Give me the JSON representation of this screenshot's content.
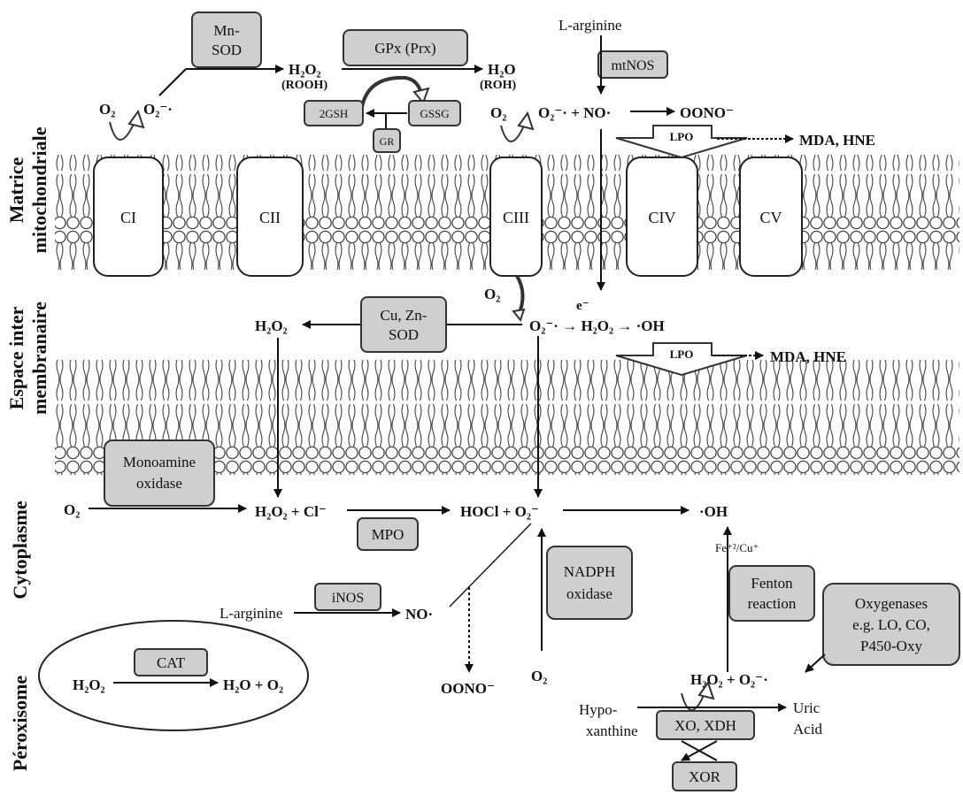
{
  "regions": {
    "matrix": "Matrice\nmitochondriale",
    "intermembrane": "Espace inter\nmembranaire",
    "cytoplasm": "Cytoplasme",
    "peroxisome": "Péroxisome"
  },
  "complexes": [
    "CI",
    "CII",
    "CIII",
    "CIV",
    "CV"
  ],
  "enzymes": {
    "mnsod": "Mn-\nSOD",
    "gpx": "GPx (Prx)",
    "gsh": "2GSH",
    "gssg": "GSSG",
    "gr": "GR",
    "mtnos": "mtNOS",
    "lpo1": "LPO",
    "lpo2": "LPO",
    "cuznsod": "Cu, Zn-\nSOD",
    "mao": "Monoamine\noxidase",
    "mpo": "MPO",
    "nadph": "NADPH\noxidase",
    "fenton": "Fenton\nreaction",
    "oxygenases": "Oxygenases\ne.g. LO, CO,\nP450-Oxy",
    "inos": "iNOS",
    "cat": "CAT",
    "xo": "XO, XDH",
    "xor": "XOR"
  },
  "labels": {
    "larg_top": "L-arginine",
    "larg_cyto": "L-arginine",
    "mda1": "MDA, HNE",
    "mda2": "MDA, HNE",
    "hypo": "Hypo-\nxanthine",
    "uric": "Uric\nAcid",
    "fe_cu": "Fe⁺²/Cu⁺",
    "e_minus": "e⁻"
  },
  "species": {
    "o2_ci": "O₂",
    "o2m_ci": "O₂⁻·",
    "h2o2_top": "H₂O₂",
    "rooh": "(ROOH)",
    "h2o_top": "H₂O",
    "roh": "(ROH)",
    "o2_ciii": "O₂",
    "o2m_no": "O₂⁻· + NO·",
    "oono_top": "OONO⁻",
    "o2_ims": "O₂",
    "h2o2_ims": "H₂O₂",
    "ims_chain": "O₂⁻· → H₂O₂ → ·OH",
    "o2_cyto": "O₂",
    "h2o2_cl": "H₂O₂ + Cl⁻",
    "hocl": "HOCl + O₂⁻",
    "oh_cyto": "·OH",
    "no_cyto": "NO·",
    "oono_cyto": "OONO⁻",
    "o2_nadph": "O₂",
    "h2o2_o2m": "H₂O₂ + O₂⁻·",
    "cat_left": "H₂O₂",
    "cat_right": "H₂O + O₂"
  }
}
